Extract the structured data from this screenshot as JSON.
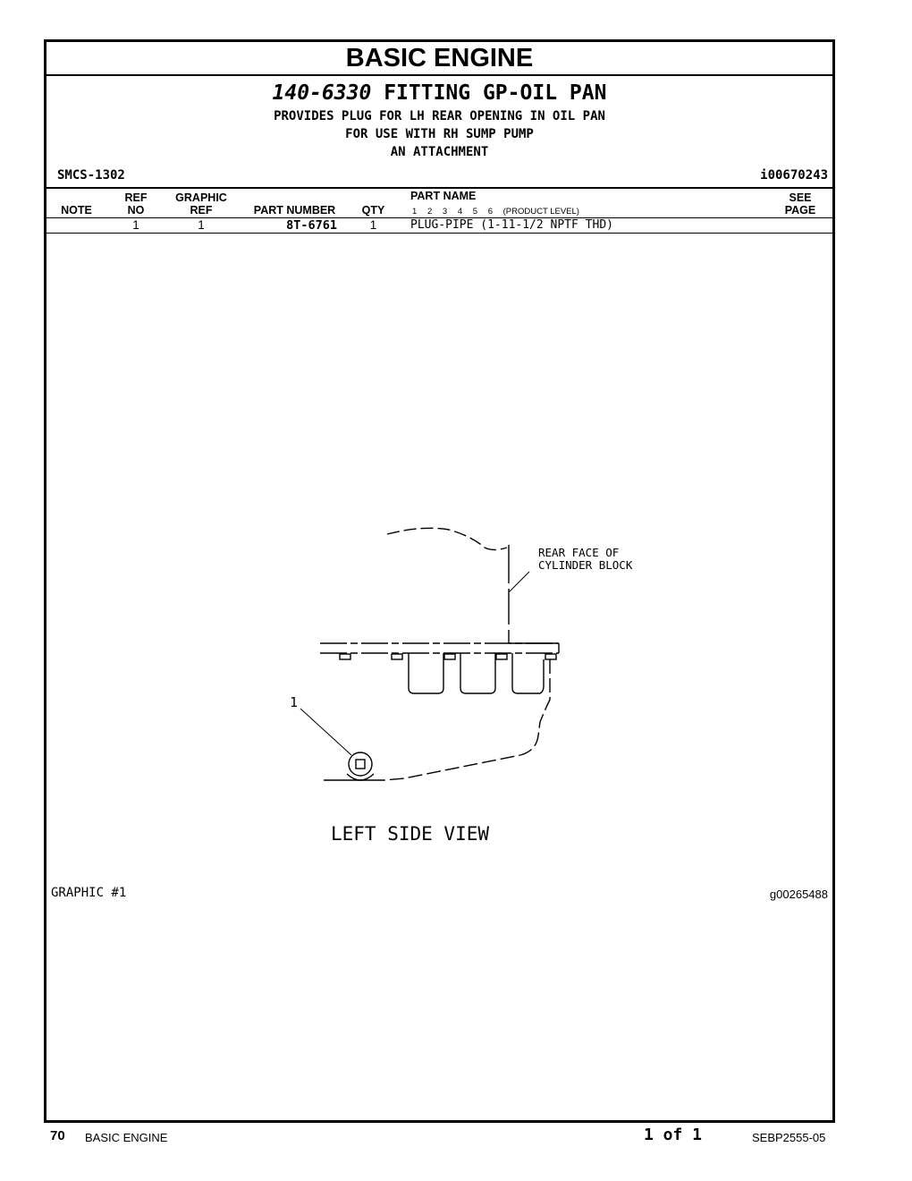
{
  "header": {
    "section_title": "BASIC ENGINE",
    "group_number": "140-6330",
    "group_name": "FITTING GP-OIL PAN",
    "descriptions": [
      "PROVIDES PLUG FOR LH REAR OPENING IN OIL PAN",
      "FOR USE WITH RH SUMP PUMP",
      "AN ATTACHMENT"
    ],
    "smcs": "SMCS-1302",
    "info_id": "i00670243"
  },
  "table": {
    "columns": {
      "note": "NOTE",
      "ref_no": [
        "REF",
        "NO"
      ],
      "graphic_ref": [
        "GRAPHIC",
        "REF"
      ],
      "part_number": "PART NUMBER",
      "qty": "QTY",
      "part_name": "PART NAME",
      "levels": [
        "1",
        "2",
        "3",
        "4",
        "5",
        "6",
        "(PRODUCT LEVEL)"
      ],
      "see_page": [
        "SEE",
        "PAGE"
      ]
    },
    "rows": [
      {
        "note": "",
        "ref_no": "1",
        "graphic_ref": "1",
        "part_number": "8T-6761",
        "qty": "1",
        "part_name": "PLUG-PIPE (1-11-1/2 NPTF THD)",
        "see_page": ""
      }
    ]
  },
  "graphic": {
    "callout_1": "1",
    "label_rear_face": [
      "REAR FACE OF",
      "CYLINDER BLOCK"
    ],
    "view_caption": "LEFT SIDE VIEW",
    "graphic_label": "GRAPHIC #1",
    "graphic_id": "g00265488"
  },
  "footer": {
    "page_number": "70",
    "section": "BASIC ENGINE",
    "page_count": "1 of 1",
    "doc_id": "SEBP2555-05"
  }
}
